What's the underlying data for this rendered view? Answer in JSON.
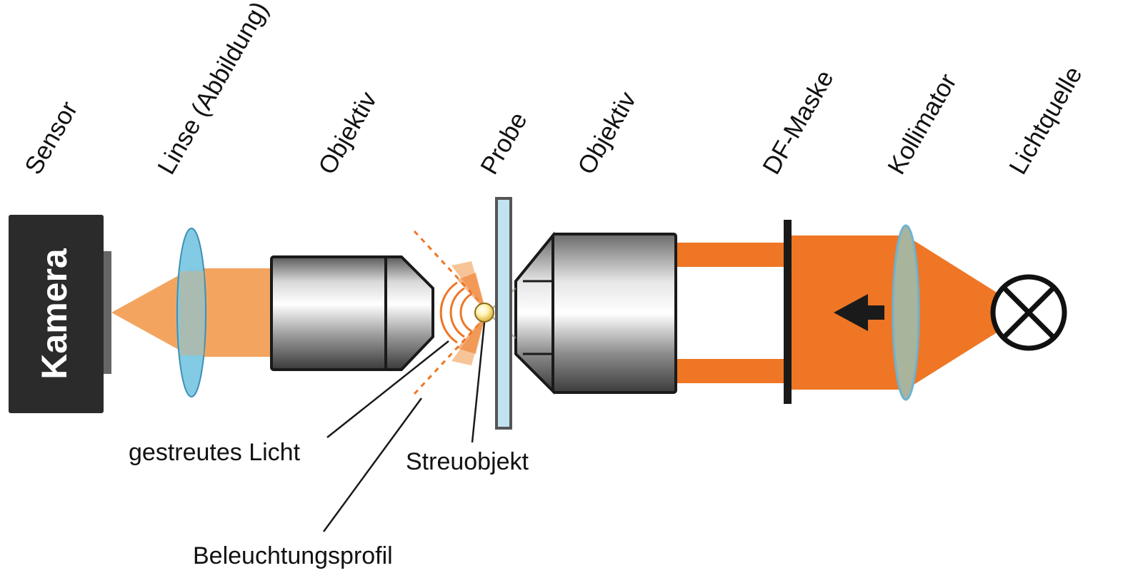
{
  "top_labels": {
    "sensor": "Sensor",
    "linse": "Linse (Abbildung)",
    "objektiv_left": "Objektiv",
    "probe": "Probe",
    "objektiv_right": "Objektiv",
    "df_maske": "DF-Maske",
    "kollimator": "Kollimator",
    "lichtquelle": "Lichtquelle"
  },
  "camera_label": "Kamera",
  "bottom_labels": {
    "gestreutes_licht": "gestreutes Licht",
    "streuobjekt": "Streuobjekt",
    "beleuchtungsprofil": "Beleuchtungsprofil"
  },
  "colors": {
    "illumination": "#ee7625",
    "scattered": "#f3a55f",
    "camera": "#2b2b2b",
    "lens": "#7cc8e4",
    "probe_glass": "#c2e2f2",
    "outline": "#1a1a1a"
  }
}
